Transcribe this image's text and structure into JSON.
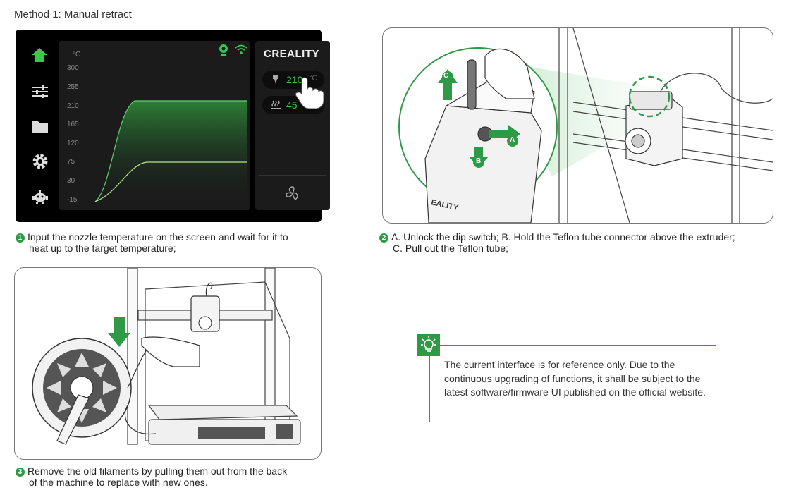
{
  "heading": "Method 1: Manual retract",
  "screen": {
    "brand": "CREALITY",
    "y_unit": "°C",
    "y_ticks": [
      "300",
      "255",
      "210",
      "165",
      "120",
      "75",
      "30",
      "-15"
    ],
    "nozzle_temp": "210",
    "nozzle_unit": "°C",
    "bed_temp": "45",
    "bed_unit": "°C",
    "sidebar_icons": [
      "home-icon",
      "sliders-icon",
      "folder-icon",
      "gear-icon",
      "robot-icon"
    ],
    "colors": {
      "accent": "#3ec44f",
      "panel": "#1b1b1b"
    }
  },
  "steps": [
    {
      "num": "1",
      "line1": "Input the nozzle temperature on the screen and wait for it to",
      "line2": "heat up to the target temperature;"
    },
    {
      "num": "2",
      "line1": "A. Unlock the dip switch; B. Hold the Teflon tube connector above the extruder;",
      "line2": "C. Pull out the Teflon tube;"
    },
    {
      "num": "3",
      "line1": "Remove the old filaments by pulling them out from the back",
      "line2": "of the machine to replace with new ones."
    }
  ],
  "extruder_labels": {
    "a": "A",
    "b": "B",
    "c": "C",
    "brand_on_part": "EALITY"
  },
  "note": {
    "icon": "lightbulb-icon",
    "text": "The current interface is for reference only. Due to the continuous upgrading of functions, it shall be subject to the latest software/firmware UI published on the official website."
  },
  "colors": {
    "brand_green": "#2e9a47"
  }
}
